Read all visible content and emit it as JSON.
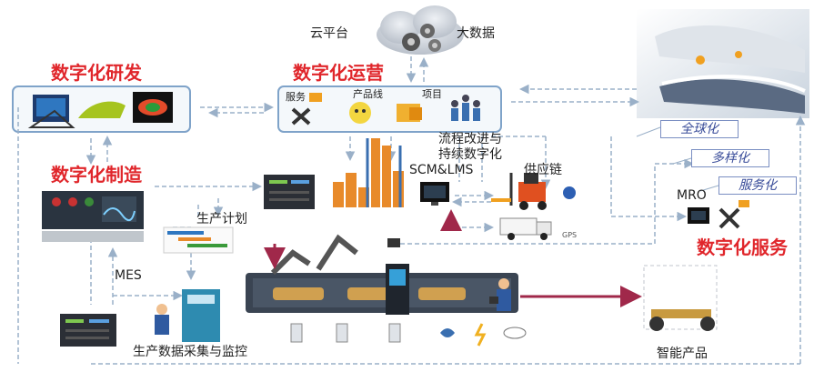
{
  "labels": {
    "cloud_platform": "云平台",
    "big_data": "大数据",
    "digital_rd": "数字化研发",
    "digital_ops": "数字化运营",
    "digital_mfg": "数字化制造",
    "digital_service": "数字化服务",
    "service": "服务",
    "product_line": "产品线",
    "project": "项目",
    "process_improve_line1": "流程改进与",
    "process_improve_line2": "持续数字化",
    "scm_lms": "SCM&LMS",
    "supply_chain": "供应链",
    "production_plan": "生产计划",
    "mes": "MES",
    "data_collect": "生产数据采集与监控",
    "mro": "MRO",
    "smart_product": "智能产品",
    "globalization": "全球化",
    "diversification": "多样化",
    "servitization": "服务化",
    "gps": "GPS"
  },
  "colors": {
    "red_heading": "#e0262b",
    "box_border": "#7fa3c9",
    "dashed_arrow": "#9ab0c8",
    "arrow_solid": "#a0284a",
    "tag_text": "#3a4d9a"
  }
}
